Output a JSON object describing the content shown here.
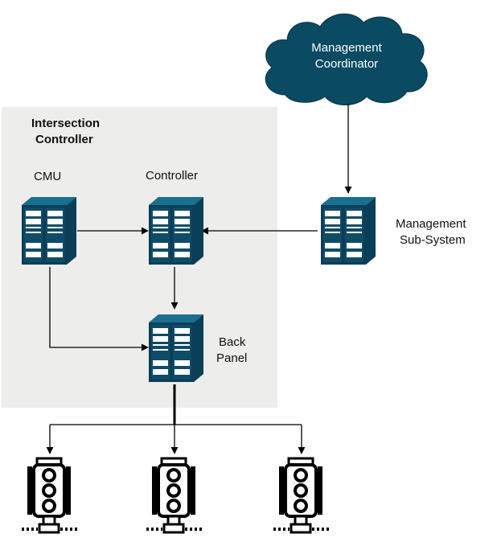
{
  "cloud": {
    "line1": "Management",
    "line2": "Coordinator"
  },
  "group": {
    "title_line1": "Intersection",
    "title_line2": "Controller"
  },
  "nodes": {
    "cmu": "CMU",
    "controller": "Controller",
    "back_panel_line1": "Back",
    "back_panel_line2": "Panel",
    "subsystem_line1": "Management",
    "subsystem_line2": "Sub-System"
  },
  "colors": {
    "server_dark": "#0b3e57",
    "server_mid": "#1a6f8e",
    "server_light": "#ffffff",
    "cloud_fill": "#0b4a63",
    "group_bg": "#ededeb",
    "traffic_light_fill": "#ffffff",
    "traffic_light_stroke": "#000000"
  },
  "icons": {
    "server": "server-rack-icon",
    "cloud": "cloud-icon",
    "traffic_light": "traffic-light-icon"
  },
  "traffic_lights": [
    "traffic-light-1",
    "traffic-light-2",
    "traffic-light-3"
  ]
}
